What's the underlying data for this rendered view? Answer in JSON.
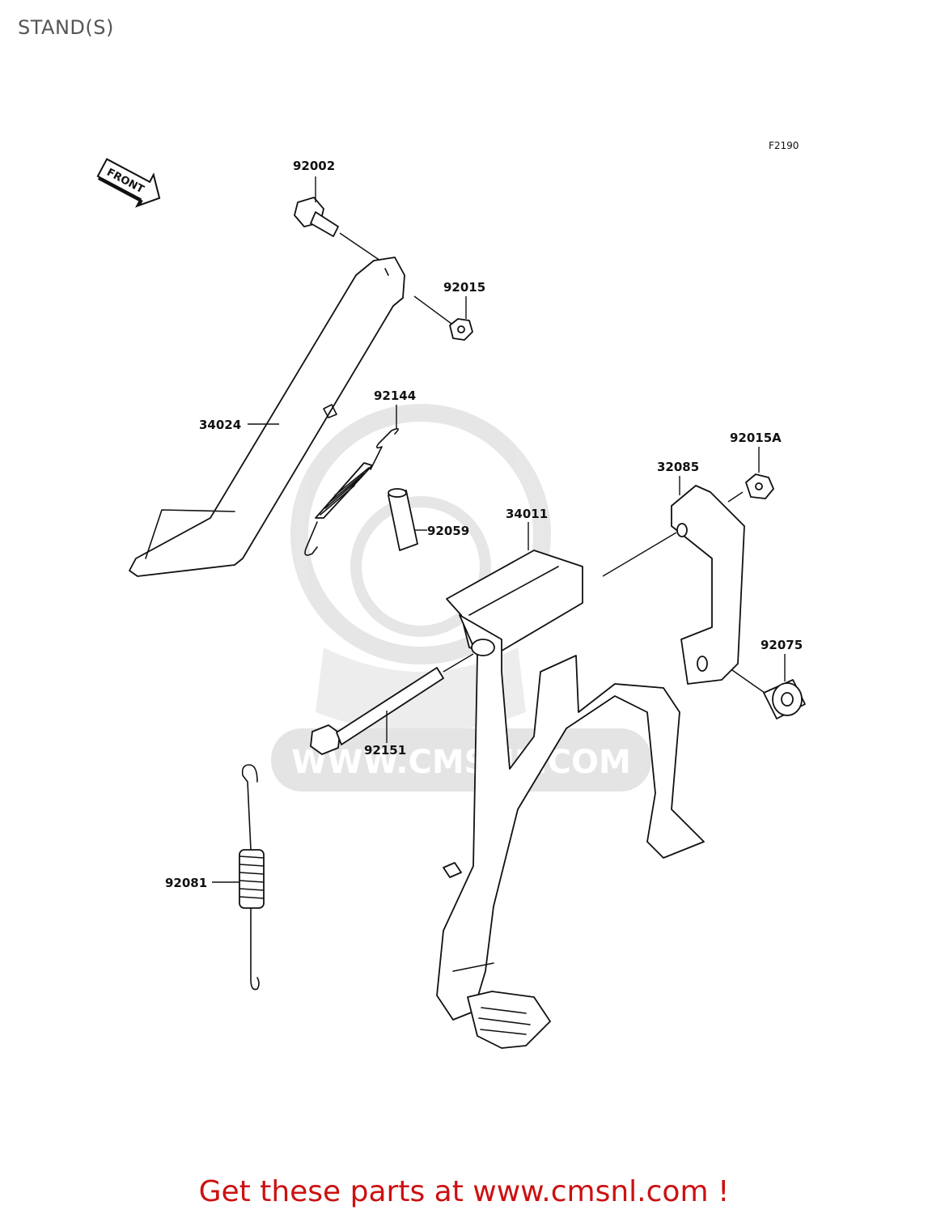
{
  "title": "STAND(S)",
  "figure_code": "F2190",
  "front_arrow_label": "FRONT",
  "watermark": "WWW.CMSNL.COM",
  "footer": "Get these parts at www.cmsnl.com !",
  "colors": {
    "footer": "#cc1111",
    "title": "#555555",
    "watermark": "#dddddd"
  },
  "parts": {
    "p92002": "92002",
    "p92015": "92015",
    "p34024": "34024",
    "p92144": "92144",
    "p92059": "92059",
    "p34011": "34011",
    "p32085": "32085",
    "p92015A": "92015A",
    "p92075": "92075",
    "p92151": "92151",
    "p92081": "92081"
  }
}
